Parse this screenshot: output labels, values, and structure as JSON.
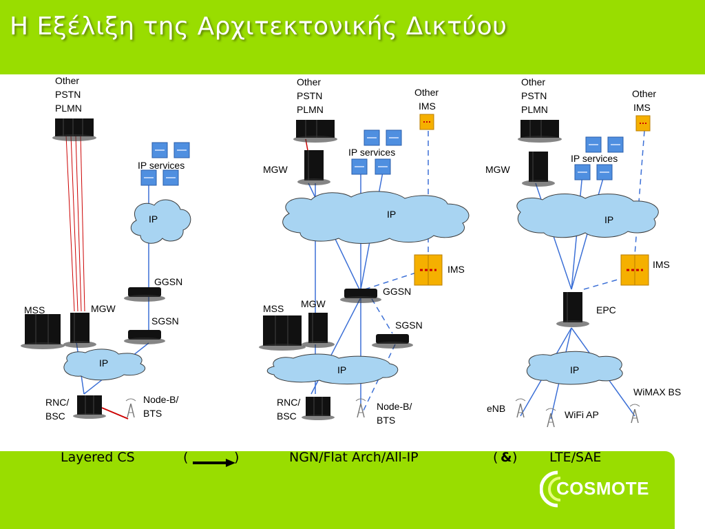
{
  "title": "Η Εξέλιξη της Αρχιτεκτονικής Δικτύου",
  "panels": {
    "left": {
      "other_pstn": [
        "Other",
        "PSTN",
        "PLMN"
      ],
      "ip_services": "IP services",
      "ip": "IP",
      "ggsn": "GGSN",
      "sgsn": "SGSN",
      "mss": "MSS",
      "mgw": "MGW",
      "ip_bottom": "IP",
      "rnc_bsc": [
        "RNC/",
        "BSC"
      ],
      "nodeb_bts": [
        "Node-B/",
        "BTS"
      ]
    },
    "middle": {
      "other_pstn": [
        "Other",
        "PSTN",
        "PLMN"
      ],
      "other_ims": [
        "Other",
        "IMS"
      ],
      "ip_services": "IP services",
      "mgw_top": "MGW",
      "ip": "IP",
      "ims": "IMS",
      "ggsn": "GGSN",
      "sgsn": "SGSN",
      "mss": "MSS",
      "mgw": "MGW",
      "ip_bottom": "IP",
      "rnc_bsc": [
        "RNC/",
        "BSC"
      ],
      "nodeb_bts": [
        "Node-B/",
        "BTS"
      ]
    },
    "right": {
      "other_pstn": [
        "Other",
        "PSTN",
        "PLMN"
      ],
      "other_ims": [
        "Other",
        "IMS"
      ],
      "ip_services": "IP services",
      "mgw": "MGW",
      "ip": "IP",
      "ims": "IMS",
      "epc": "EPC",
      "ip_bottom": "IP",
      "enb": "eNB",
      "wifi_ap": "WiFi AP",
      "wimax_bs": "WiMAX BS"
    }
  },
  "footer": {
    "cap1": "Layered CS",
    "arrow_open": "(",
    "arrow_close": ")",
    "cap2": "NGN/Flat Arch/All-IP",
    "amp_open": "(",
    "amp": "&",
    "amp_close": ")",
    "cap3": "LTE/SAE",
    "logo": "COSMOTE"
  },
  "colors": {
    "header_green": "#99dd00",
    "cloud": "#a8d4f2",
    "link_blue": "#3b6fd6",
    "legacy_red": "#cc0000",
    "server": "#111111",
    "ims_box": "#f5b000",
    "service_box": "#4f8fe0"
  }
}
